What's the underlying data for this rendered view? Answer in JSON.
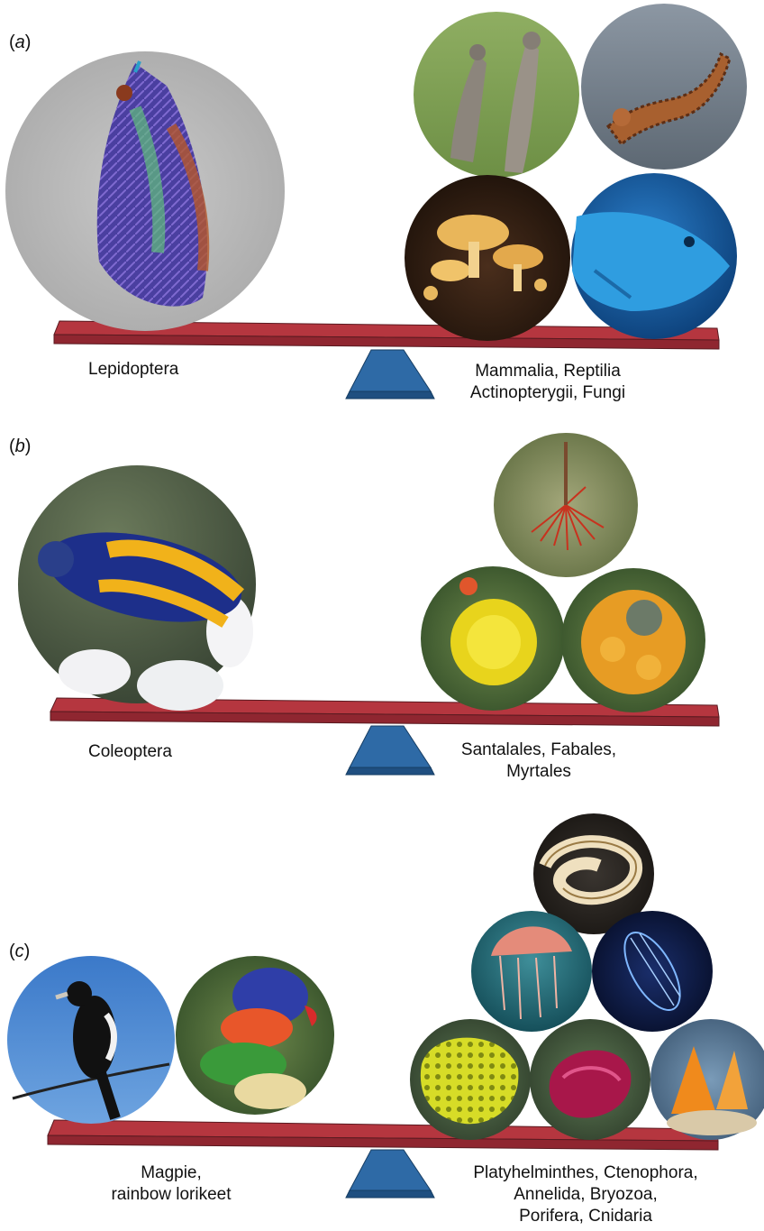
{
  "panels": [
    {
      "label_prefix": "(",
      "label_letter": "a",
      "label_suffix": ")",
      "left_caption": "Lepidoptera",
      "right_caption": "Mammalia, Reptilia\nActinopterygii, Fungi",
      "photos_left": [
        "moth"
      ],
      "photos_right": [
        "kangaroos",
        "thorny-devil-lizard",
        "yellow-mushrooms",
        "blue-parrotfish"
      ]
    },
    {
      "label_prefix": "(",
      "label_letter": "b",
      "label_suffix": ")",
      "left_caption": "Coleoptera",
      "right_caption": "Santalales, Fabales,\nMyrtales",
      "photos_left": [
        "jewel-beetle"
      ],
      "photos_right": [
        "red-mistletoe-flower",
        "yellow-wattle-flower",
        "orange-pea-flower"
      ]
    },
    {
      "label_prefix": "(",
      "label_letter": "c",
      "label_suffix": ")",
      "left_caption": "Magpie,\nrainbow lorikeet",
      "right_caption": "Platyhelminthes, Ctenophora,\nAnnelida, Bryozoa,\nPorifera, Cnidaria",
      "photos_left": [
        "magpie",
        "rainbow-lorikeet"
      ],
      "photos_right": [
        "flatworm",
        "jellyfish",
        "comb-jelly",
        "yellow-sponge",
        "red-bryozoan",
        "christmas-tree-worm"
      ]
    }
  ],
  "colors": {
    "beam": "#b5363f",
    "beam_dark": "#8f2630",
    "fulcrum": "#2e6aa6",
    "fulcrum_dark": "#1f4f80"
  }
}
